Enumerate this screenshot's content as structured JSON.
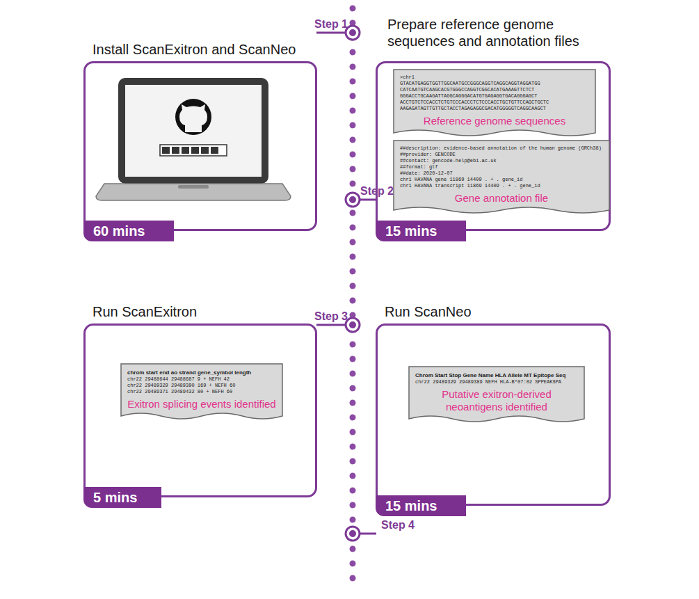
{
  "diagram": {
    "nodes": [
      {
        "text": [
          "Install ScanExitron and ScanNeo",
          "60 mins"
        ]
      },
      {
        "text": [
          "Prepare reference genome sequences and annotation files",
          "15 mins"
        ]
      },
      {
        "text": [
          ">chr1",
          "GTACATGAGGTGGTTGGCAATGCCGGGCAGGTCAGGCAGGTAGGATGG",
          "CATCAATGTCAAGCACGTGGGCCAGGTCGGCACATGAAAGTTCTCT",
          "GGGACCTGCAAGATTAGGCAGGGACATGTGAGAGGTGACAGGGAGCT",
          "ACCTGTCTCCACCTCTGTCCCACCCTCTCCCACCTGCTGTTCCAGCTGCTC",
          "AAGAGATAGTTGTTGCTACCTAGAGAGGCGACATGGGGGTCAGGCAAGCT",
          "Reference genome sequences"
        ],
        "in": 1
      },
      {
        "text": [
          "##description: evidence-based annotation of the human genome (GRCh38)",
          "##provider: GENCODE",
          "##contact: gencode-help@ebi.ac.uk",
          "##format: gtf",
          "##date: 2020-12-07",
          "chr1 HAVANA gene 11869 14409 . + . gene_id",
          "chr1 HAVANA transcript 11869 14409 . + . gene_id",
          "Gene annotation file"
        ],
        "in": 1
      },
      {
        "text": [
          "Run ScanExitron",
          "5 mins"
        ]
      },
      {
        "text": [
          "chrom start end ao strand gene_symbol length",
          "chr22 29488644 29488687 9 + NEFH 42",
          "chr22 29489329 29489390 169 + NEFH 60",
          "chr22 29489371 29489432 80 + NEFH 60",
          "Exitron splicing events identified"
        ],
        "in": 4
      },
      {
        "text": [
          "Run ScanNeo",
          "15 mins"
        ]
      },
      {
        "text": [
          "Chrom Start Stop Gene Name HLA Allele MT Epitope Seq",
          "chr22 29489329 29489389 NEFH HLA-B*07:02 SPPEAKSPA",
          "Putative exitron-derived neoantigens identified"
        ],
        "in": 6
      }
    ],
    "labels": [
      "Step 1",
      "Step 2",
      "Step 3",
      "Step 4"
    ]
  }
}
